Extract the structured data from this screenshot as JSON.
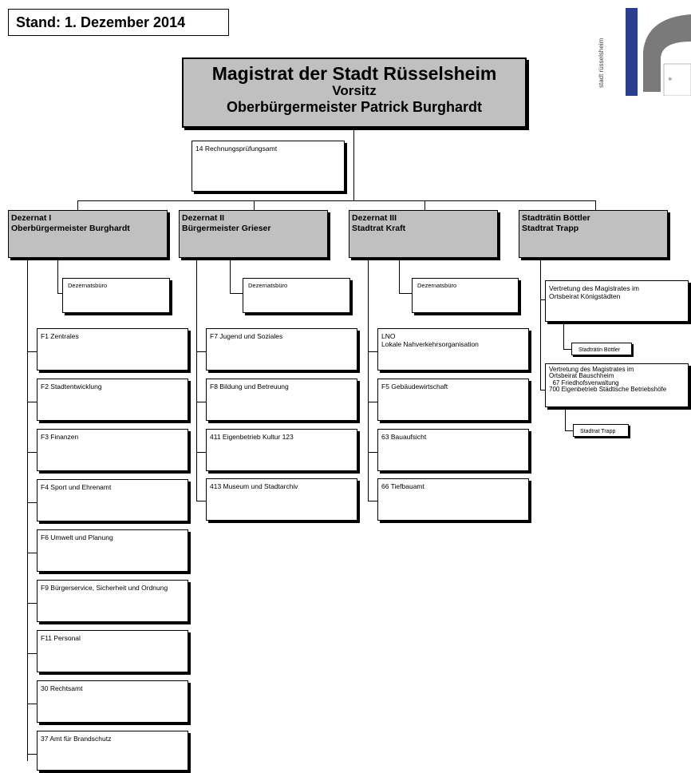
{
  "stand": "Stand: 1. Dezember 2014",
  "logo": {
    "text": "stadt rüsselsheim",
    "colors": {
      "blue": "#2a3d8f",
      "gray": "#7a7a7a"
    }
  },
  "top": {
    "title": "Magistrat der Stadt Rüsselsheim",
    "subtitle": "Vorsitz",
    "person": "Oberbürgermeister Patrick Burghardt"
  },
  "rpa": "14  Rechnungsprüfungsamt",
  "dezernate": [
    {
      "line1": "Dezernat I",
      "line2": "Oberbürgermeister Burghardt",
      "buero": "Dezernatsbüro",
      "units": [
        "F1  Zentrales",
        "F2  Stadtentwicklung",
        "F3  Finanzen",
        "F4  Sport und Ehrenamt",
        "F6  Umwelt und Planung",
        "F9  Bürgerservice, Sicherheit und Ordnung",
        "F11  Personal",
        "30  Rechtsamt",
        "37  Amt für Brandschutz"
      ]
    },
    {
      "line1": "Dezernat II",
      "line2": "Bürgermeister Grieser",
      "buero": "Dezernatsbüro",
      "units": [
        "F7  Jugend und Soziales",
        "F8  Bildung und Betreuung",
        "411  Eigenbetrieb Kultur 123",
        "413  Museum und Stadtarchiv"
      ]
    },
    {
      "line1": "Dezernat III",
      "line2": "Stadtrat Kraft",
      "buero": "Dezernatsbüro",
      "units": [
        "LNO",
        "F5  Gebäudewirtschaft",
        "63  Bauaufsicht",
        "66  Tiefbauamt"
      ],
      "lno_sub": "Lokale Nahverkehrsorganisation"
    },
    {
      "line1": "Stadträtin Böttler",
      "line2": "Stadtrat Trapp",
      "vertretung1": [
        "Vertretung des Magistrates im",
        "Ortsbeirat Königstädten"
      ],
      "person1": "Stadträtin Böttler",
      "vertretung2": [
        "Vertretung des Magistrates im",
        "Ortsbeirat Bauschheim",
        "  67 Friedhofsverwaltung",
        "700 Eigenbetrieb Städtische Betriebshöfe"
      ],
      "person2": "Stadtrat Trapp"
    }
  ]
}
